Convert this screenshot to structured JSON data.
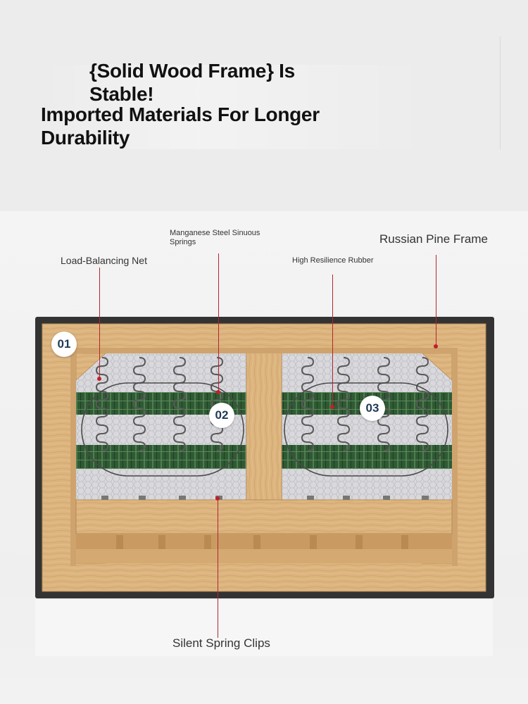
{
  "headline": {
    "line1": "{Solid Wood Frame} Is Stable!",
    "line2": "Imported Materials For Longer Durability"
  },
  "callouts": {
    "load_balancing_net": "Load-Balancing Net",
    "manganese_springs": "Manganese Steel Sinuous Springs",
    "high_resilience_rubber": "High Resilience Rubber",
    "russian_pine_frame": "Russian Pine Frame",
    "silent_spring_clips": "Silent Spring Clips"
  },
  "badges": [
    "01",
    "02",
    "03"
  ],
  "colors": {
    "wood": "#dcb47e",
    "wood_dark": "#c99b62",
    "outer_frame": "#333333",
    "webbing_green": "#2f5a34",
    "leader_red": "#b3262e",
    "badge_text": "#1f3a55"
  }
}
